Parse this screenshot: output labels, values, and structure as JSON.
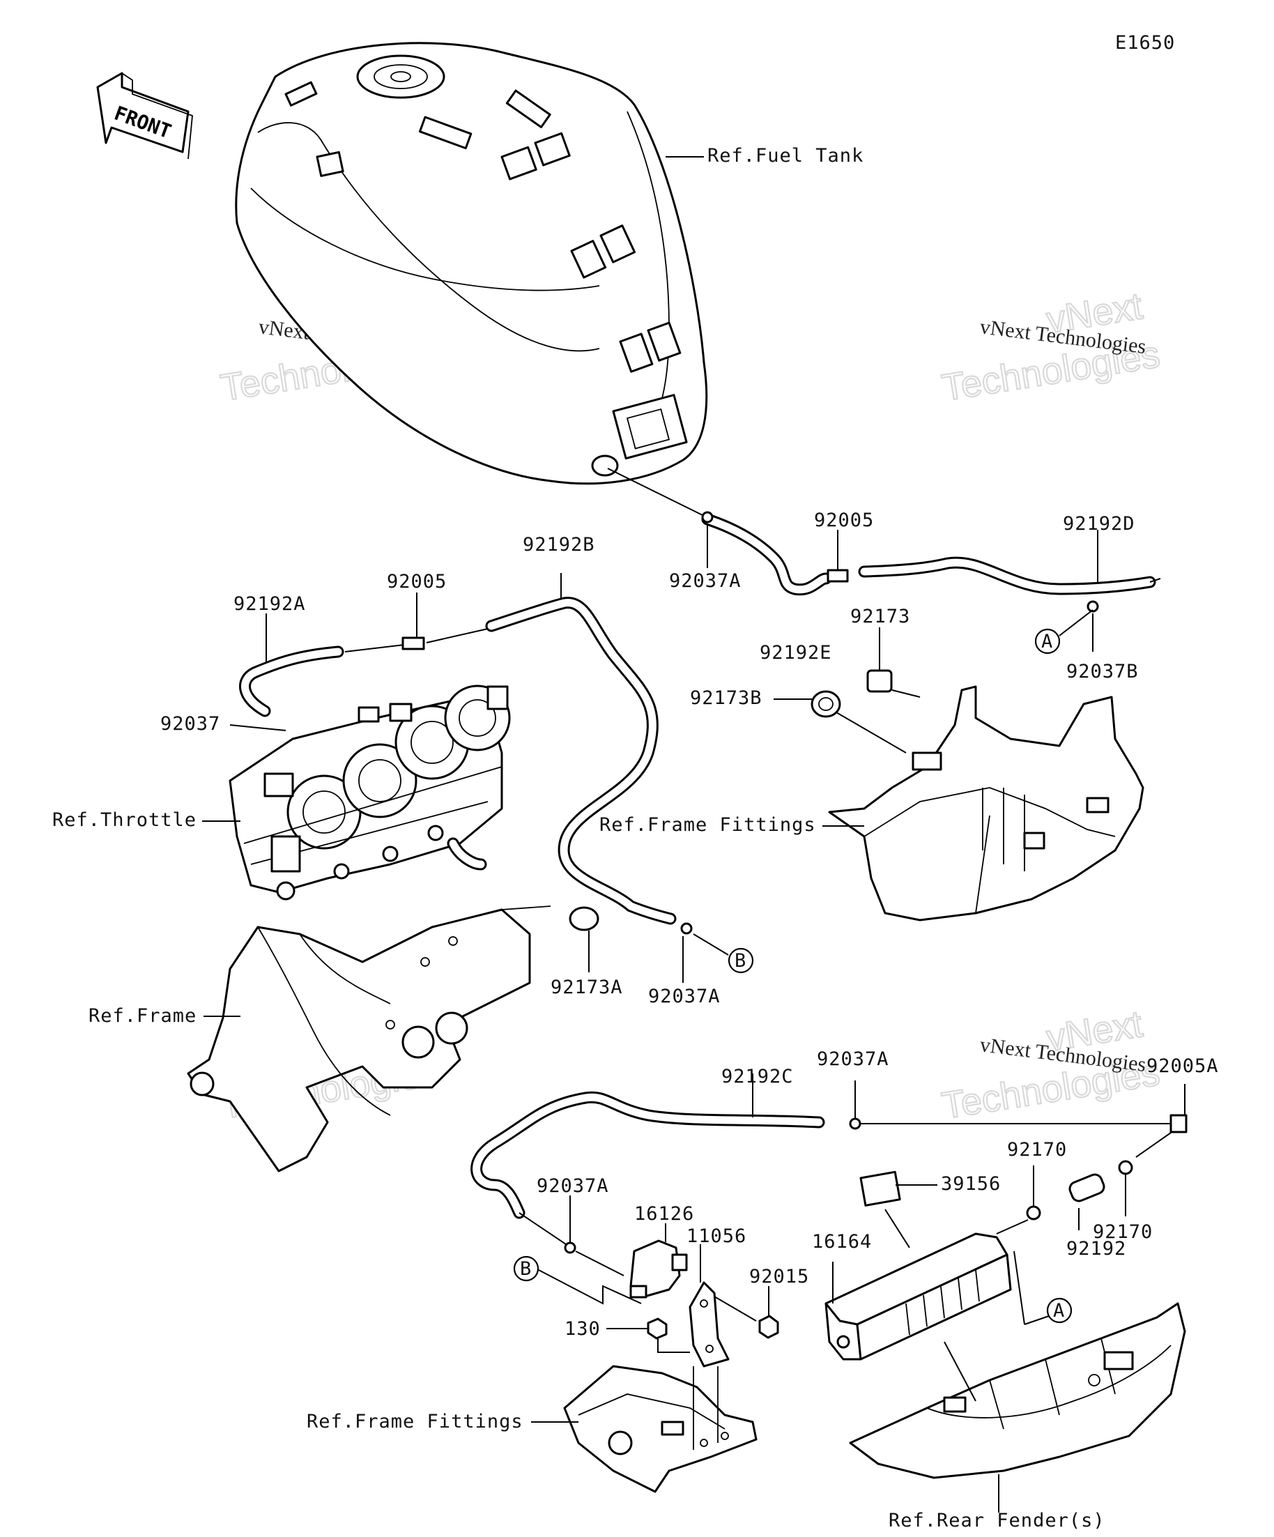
{
  "diagram_code": "E1650",
  "front_arrow": "FRONT",
  "watermarks": {
    "text_a": "vNext Technologies",
    "text_b_line1": "vNext",
    "text_b_line2": "Technologies"
  },
  "callouts": {
    "ref_fuel_tank": "Ref.Fuel Tank",
    "ref_throttle": "Ref.Throttle",
    "ref_frame": "Ref.Frame",
    "ref_frame_fittings_1": "Ref.Frame Fittings",
    "ref_frame_fittings_2": "Ref.Frame Fittings",
    "ref_rear_fender": "Ref.Rear Fender(s)",
    "p92192A": "92192A",
    "p92005_1": "92005",
    "p92192B": "92192B",
    "p92037": "92037",
    "p92037A_1": "92037A",
    "p92005_2": "92005",
    "p92192D": "92192D",
    "p92192E": "92192E",
    "p92173": "92173",
    "p92037B": "92037B",
    "p92173B": "92173B",
    "p92173A": "92173A",
    "p92037A_2": "92037A",
    "p92192C": "92192C",
    "p92037A_3": "92037A",
    "p92005A": "92005A",
    "p92170_1": "92170",
    "p39156": "39156",
    "p92037A_4": "92037A",
    "p16126": "16126",
    "p11056": "11056",
    "p16164": "16164",
    "p92015": "92015",
    "p92192": "92192",
    "p92170_2": "92170",
    "p130": "130"
  },
  "connectors": {
    "a1": "A",
    "a2": "A",
    "b1": "B",
    "b2": "B"
  }
}
